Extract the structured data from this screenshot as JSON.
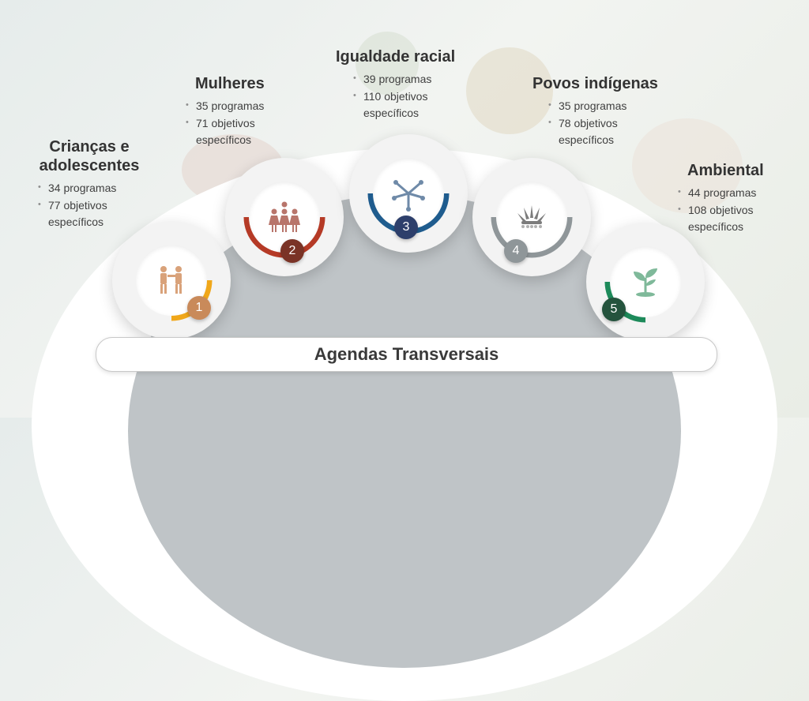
{
  "banner": "Agendas Transversais",
  "colors": {
    "ring1": "#f0a71a",
    "ring2": "#b53a26",
    "ring3": "#1f5c8e",
    "ring4": "#8f9699",
    "ring5": "#1d8a5a",
    "num1": "#c98a5a",
    "num2": "#7a3326",
    "num3": "#2d3f6b",
    "num4": "#8f9699",
    "num5": "#24533d"
  },
  "agendas": [
    {
      "number": "1",
      "title": "Crianças e adolescentes",
      "items": [
        "34 programas",
        "77 objetivos específicos"
      ],
      "icon": "children-icon"
    },
    {
      "number": "2",
      "title": "Mulheres",
      "items": [
        "35 programas",
        "71 objetivos específicos"
      ],
      "icon": "women-icon"
    },
    {
      "number": "3",
      "title": "Igualdade racial",
      "items": [
        "39 programas",
        "110 objetivos específicos"
      ],
      "icon": "hands-icon"
    },
    {
      "number": "4",
      "title": "Povos indígenas",
      "items": [
        "35 programas",
        "78 objetivos específicos"
      ],
      "icon": "headdress-icon"
    },
    {
      "number": "5",
      "title": "Ambiental",
      "items": [
        "44 programas",
        "108 objetivos específicos"
      ],
      "icon": "sprout-icon"
    }
  ]
}
